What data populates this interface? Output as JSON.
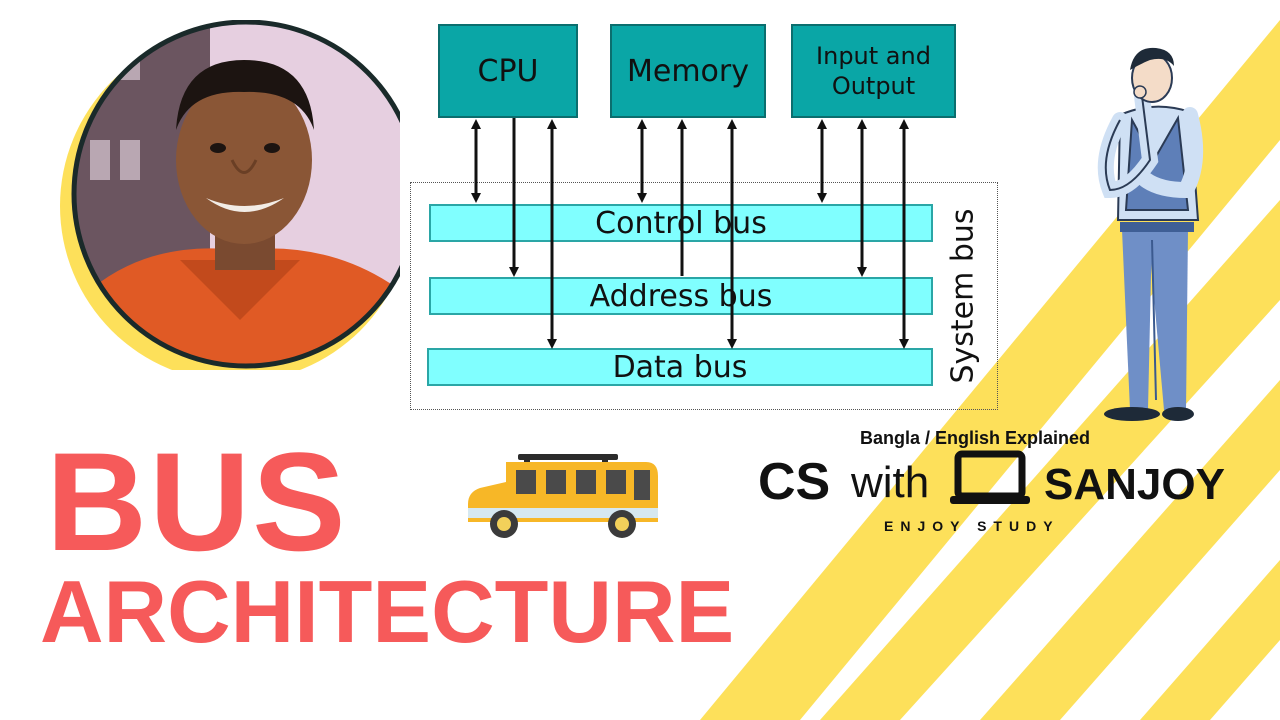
{
  "colors": {
    "stripe_yellow": "#fde05a",
    "box_teal": "#0aa6a6",
    "bus_cyan": "#80ffff",
    "title_red": "#f65a5a",
    "portrait_ring": "#1a2a2a",
    "figure_blue": "#6f8fc7"
  },
  "diagram": {
    "components": [
      {
        "label": "CPU"
      },
      {
        "label": "Memory"
      },
      {
        "label": "Input and",
        "label2": "Output"
      }
    ],
    "buses": [
      {
        "label": "Control bus"
      },
      {
        "label": "Address bus"
      },
      {
        "label": "Data bus"
      }
    ],
    "system_bus_label": "System bus"
  },
  "title": {
    "line1": "BUS",
    "line2": "ARCHITECTURE"
  },
  "brand": {
    "tagline": "Bangla / English Explained",
    "cs": "CS",
    "with": "with",
    "name": "SANJOY",
    "subtitle": "ENJOY STUDY"
  },
  "icons": {
    "portrait": "presenter-portrait",
    "bus": "school-bus-icon",
    "laptop": "laptop-icon",
    "figure": "thinking-man-illustration"
  }
}
